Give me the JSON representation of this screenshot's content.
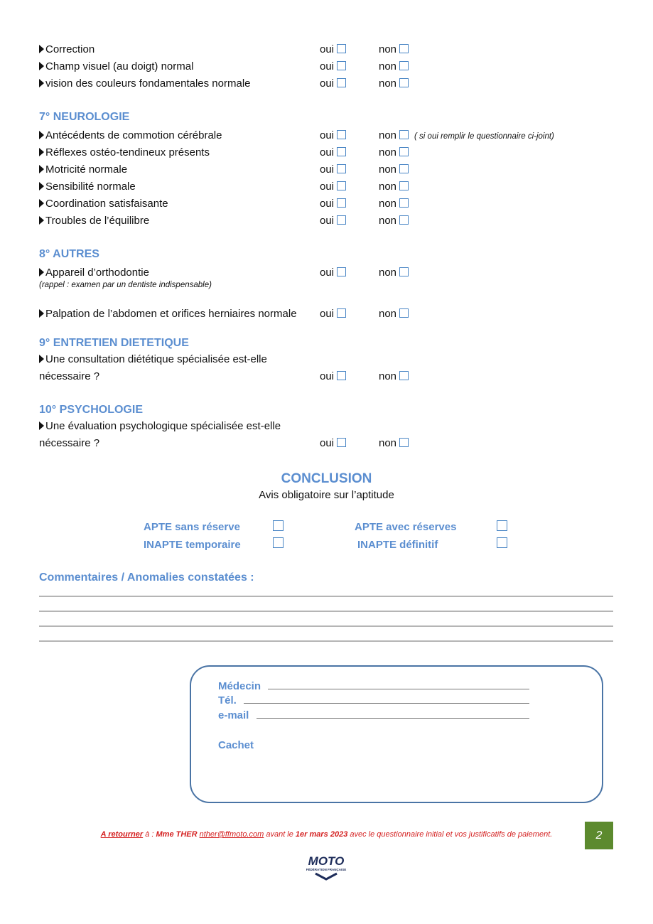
{
  "yes": "oui",
  "no": "non",
  "rows_top": [
    {
      "label": "Correction"
    },
    {
      "label": "Champ visuel (au doigt) normal"
    },
    {
      "label": "vision des couleurs fondamentales normale"
    }
  ],
  "neurologie": {
    "title": "7° NEUROLOGIE",
    "rows": [
      {
        "label": "Antécédents de commotion cérébrale",
        "hint": "( si oui remplir le questionnaire ci-joint)"
      },
      {
        "label": "Réflexes ostéo-tendineux présents"
      },
      {
        "label": "Motricité normale"
      },
      {
        "label": "Sensibilité normale"
      },
      {
        "label": "Coordination satisfaisante"
      },
      {
        "label": "Troubles de l’équilibre"
      }
    ]
  },
  "autres": {
    "title": "8° AUTRES",
    "rows": [
      {
        "label": "Appareil d’orthodontie",
        "note": "(rappel : examen par un dentiste indispensable)"
      },
      {
        "label": "Palpation de l’abdomen et orifices herniaires normale"
      }
    ]
  },
  "dietetique": {
    "title": "9° ENTRETIEN DIETETIQUE",
    "line1": "Une consultation diététique spécialisée est-elle",
    "line2": "nécessaire ?"
  },
  "psychologie": {
    "title": "10° PSYCHOLOGIE",
    "line1": "Une évaluation psychologique spécialisée est-elle",
    "line2": "nécessaire ?"
  },
  "conclusion": {
    "title": "CONCLUSION",
    "subtitle": "Avis obligatoire sur l’aptitude",
    "apte_sans": "APTE sans réserve",
    "apte_avec": "APTE avec réserves",
    "inapte_temp": "INAPTE temporaire",
    "inapte_def": "INAPTE définitif"
  },
  "comments_label": "Commentaires / Anomalies constatées :",
  "card": {
    "medecin": "Médecin",
    "tel": "Tél.",
    "email": "e-mail",
    "cachet": "Cachet"
  },
  "footer": {
    "return_label": "A retourner",
    "to": " à : ",
    "name": "Mme THER",
    "email": "nther@ffmoto.com",
    "before": " avant le ",
    "date": "1er mars 2023",
    "rest": " avec le questionnaire initial et vos justificatifs de paiement."
  },
  "page_number": "2",
  "logo_text": "MOTO",
  "logo_subtext": "FÉDÉRATION FRANÇAISE",
  "colors": {
    "accent": "#5b8ed0",
    "checkbox": "#4a86c5",
    "footer_red": "#d42020",
    "page_badge": "#5c8a2e"
  }
}
